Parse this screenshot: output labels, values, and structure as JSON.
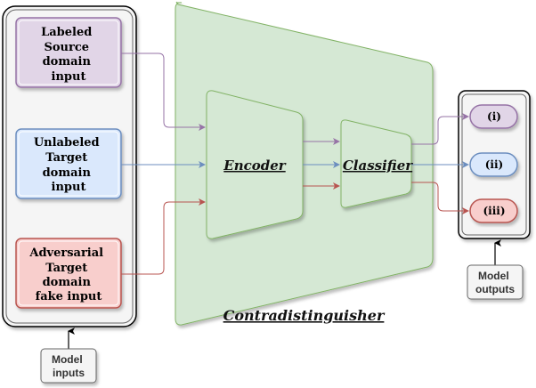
{
  "inputs": {
    "labeled": [
      "Labeled",
      "Source",
      "domain",
      "input"
    ],
    "unlabeled": [
      "Unlabeled",
      "Target",
      "domain",
      "input"
    ],
    "adversarial": [
      "Adversarial",
      "Target",
      "domain",
      "fake input"
    ]
  },
  "model_inputs": [
    "Model",
    "inputs"
  ],
  "encoder": "Encoder",
  "classifier": "Classifier",
  "contradistinguisher": "Contradistinguisher",
  "outputs": [
    "(i)",
    "(ii)",
    "(iii)"
  ],
  "model_outputs": [
    "Model",
    "outputs"
  ],
  "colors": {
    "purple": "#9673a6",
    "blue": "#6c8ebf",
    "red": "#b85450",
    "green_fill": "#d5e8d4",
    "green_stroke": "#82b366"
  }
}
